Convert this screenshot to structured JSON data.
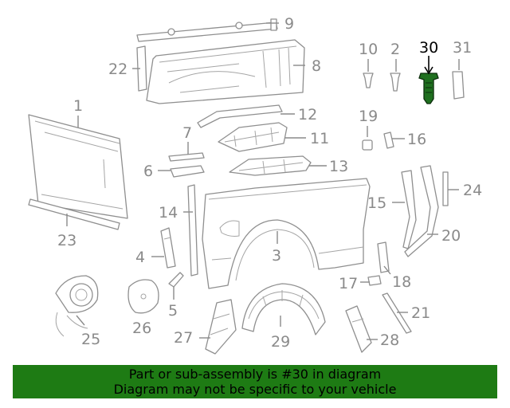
{
  "callouts": {
    "c1": "1",
    "c2": "2",
    "c3": "3",
    "c4": "4",
    "c5": "5",
    "c6": "6",
    "c7": "7",
    "c8": "8",
    "c9": "9",
    "c10": "10",
    "c11": "11",
    "c12": "12",
    "c13": "13",
    "c14": "14",
    "c15": "15",
    "c16": "16",
    "c17": "17",
    "c18": "18",
    "c19": "19",
    "c20": "20",
    "c21": "21",
    "c22": "22",
    "c23": "23",
    "c24": "24",
    "c25": "25",
    "c26": "26",
    "c27": "27",
    "c28": "28",
    "c29": "29",
    "c30": "30",
    "c31": "31"
  },
  "highlighted_part": "30",
  "banner": {
    "line1": "Part or sub-assembly is #30 in diagram",
    "line2": "Diagram may not be specific to your vehicle"
  },
  "colors": {
    "banner_background": "#1e7b14",
    "highlight_part": "#1f6f1f",
    "line_art": "#8f8f8f"
  }
}
